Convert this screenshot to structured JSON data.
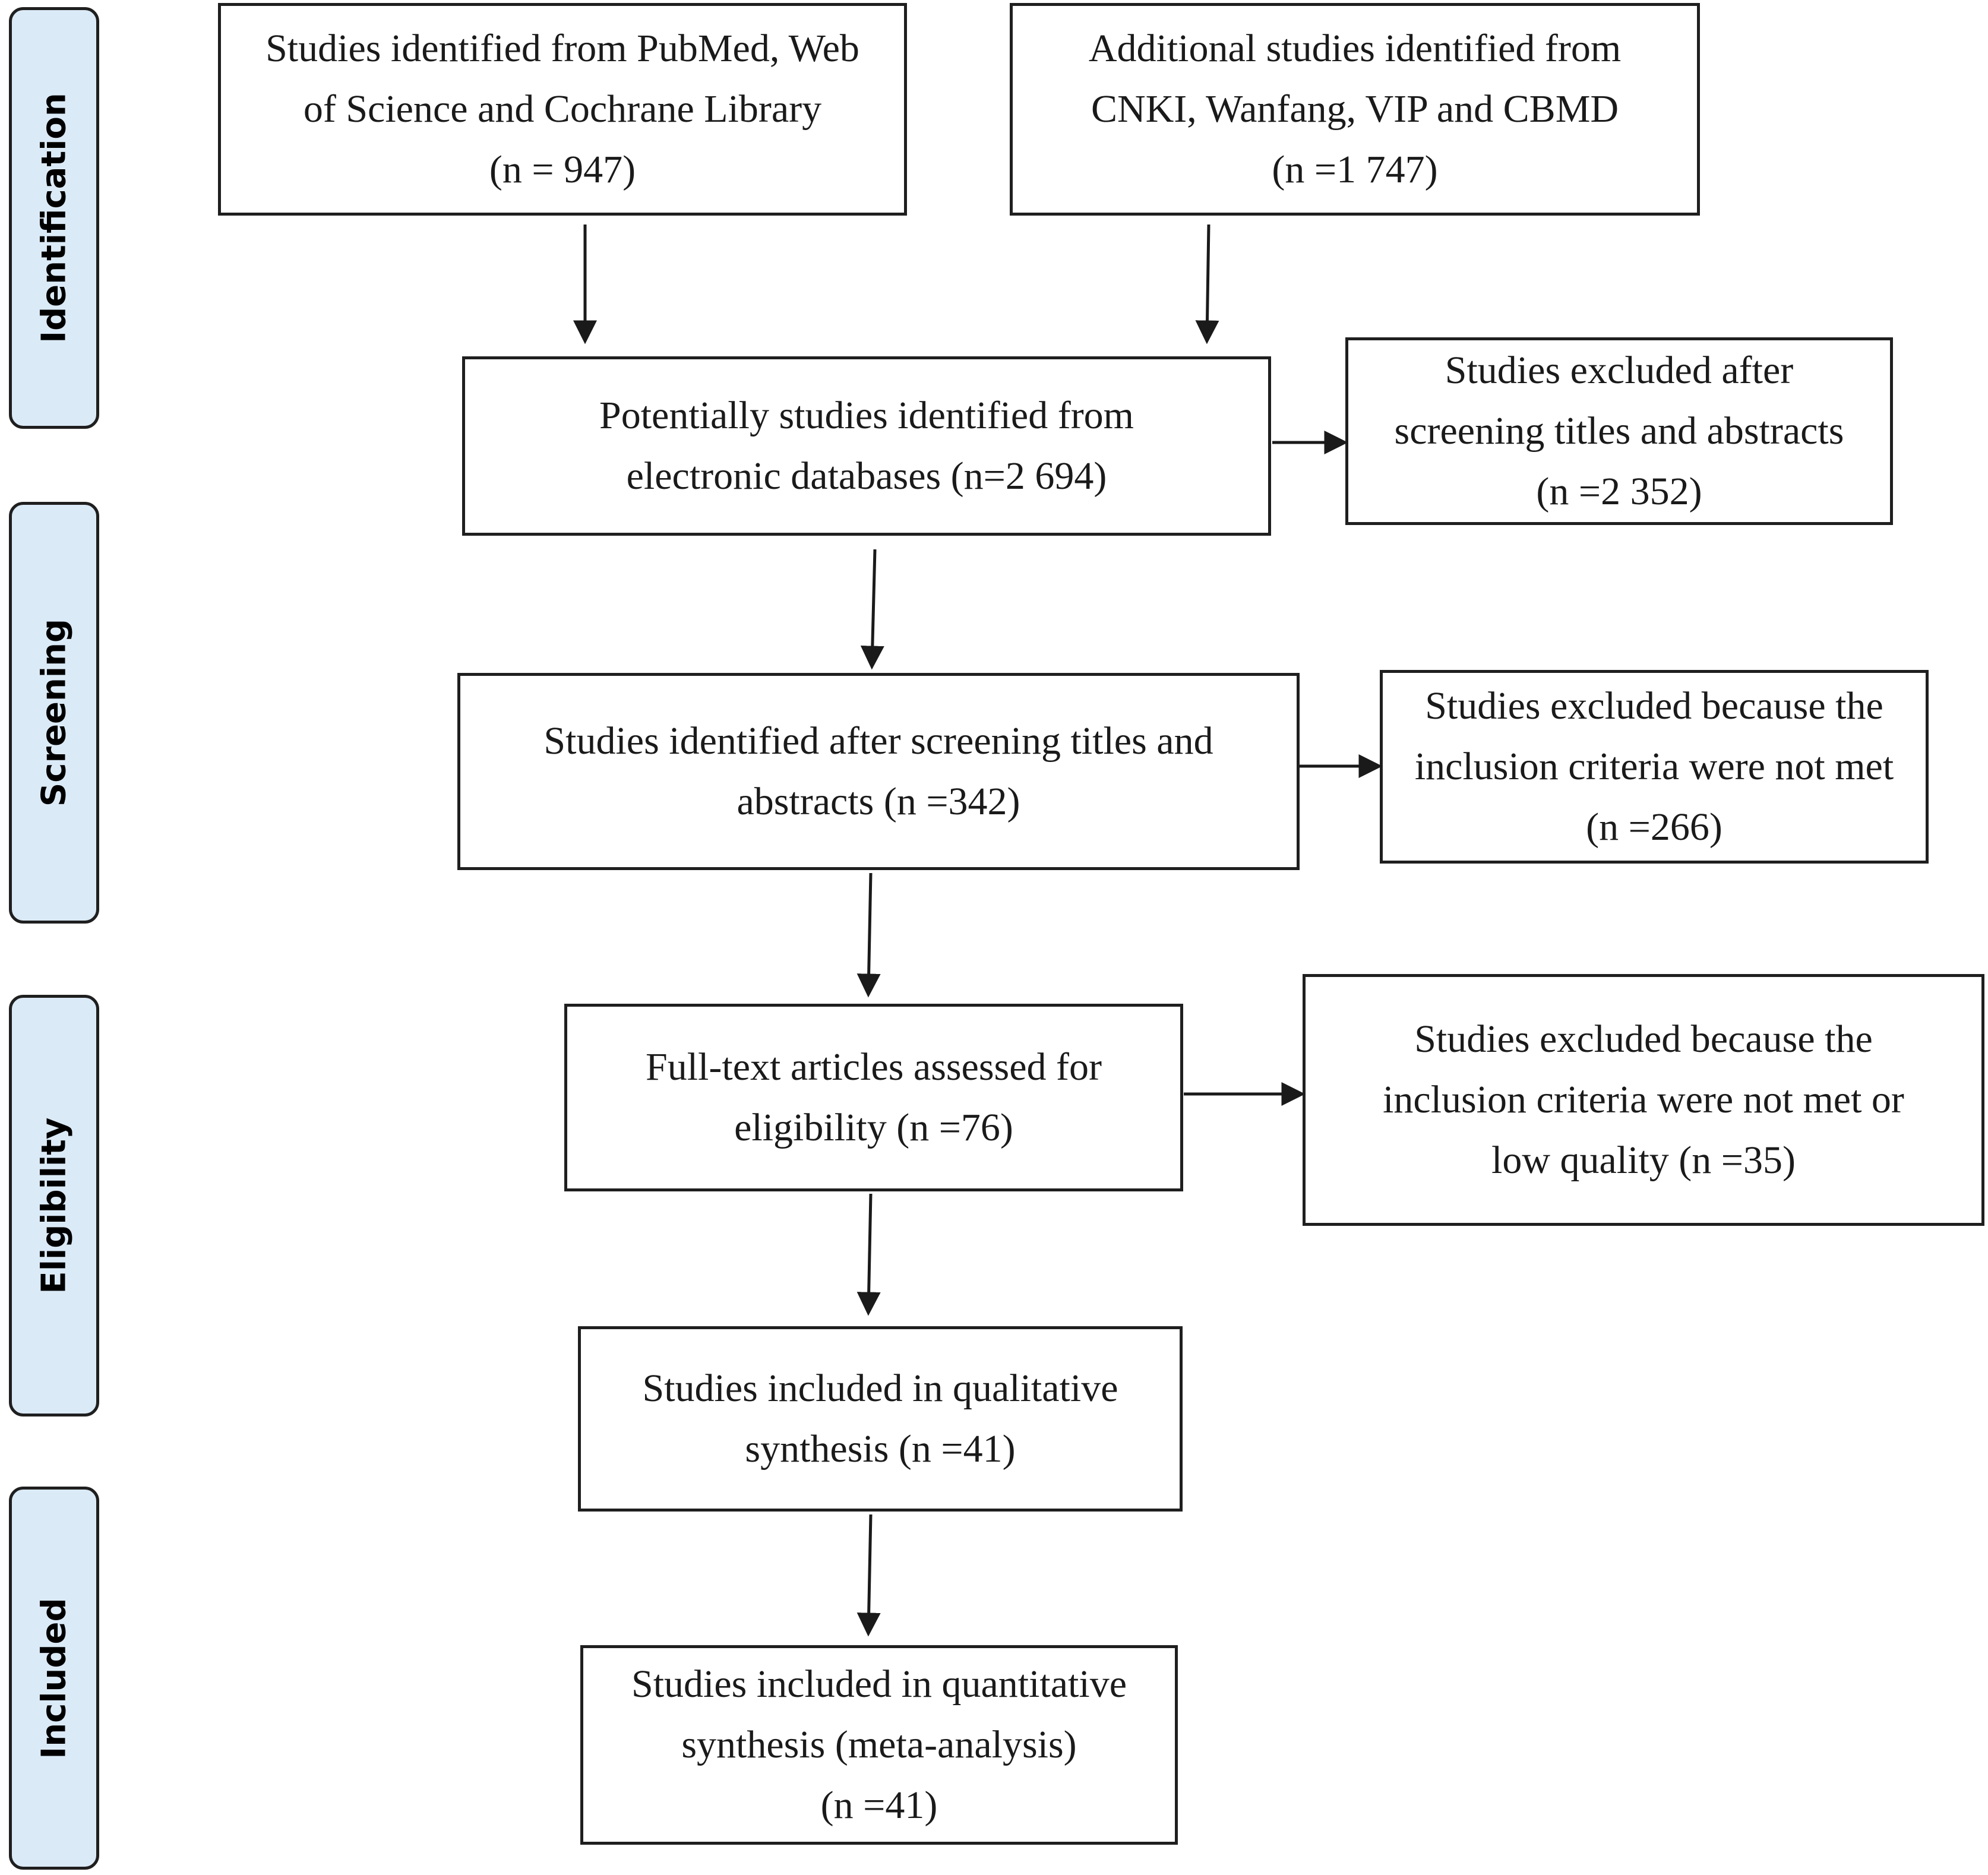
{
  "phases": {
    "identification": "Identification",
    "screening": "Screening",
    "eligibility": "Eligibility",
    "included": "Included"
  },
  "boxes": {
    "pubmed_sources": {
      "line1": "Studies identified from PubMed, Web",
      "line2": "of Science and Cochrane Library",
      "line3": "(n = 947)"
    },
    "chinese_sources": {
      "line1": "Additional studies identified from",
      "line2": "CNKI, Wanfang, VIP and CBMD",
      "line3": "(n =1 747)"
    },
    "potential_studies": {
      "line1": "Potentially studies identified from",
      "line2": "electronic databases (n=2 694)"
    },
    "excluded_screening": {
      "line1": "Studies excluded after",
      "line2": "screening titles and abstracts",
      "line3": "(n =2 352)"
    },
    "after_screening": {
      "line1": "Studies identified after screening titles and",
      "line2": "abstracts (n =342)"
    },
    "excluded_criteria": {
      "line1": "Studies excluded because the",
      "line2": "inclusion criteria were not met",
      "line3": "(n =266)"
    },
    "full_text": {
      "line1": "Full-text articles assessed for",
      "line2": "eligibility (n =76)"
    },
    "excluded_quality": {
      "line1": "Studies excluded because the",
      "line2": "inclusion criteria were not met or",
      "line3": "low quality (n =35)"
    },
    "qualitative": {
      "line1": "Studies included in qualitative",
      "line2": "synthesis (n =41)"
    },
    "quantitative": {
      "line1": "Studies included in quantitative",
      "line2": "synthesis (meta-analysis)",
      "line3": "(n =41)"
    }
  }
}
